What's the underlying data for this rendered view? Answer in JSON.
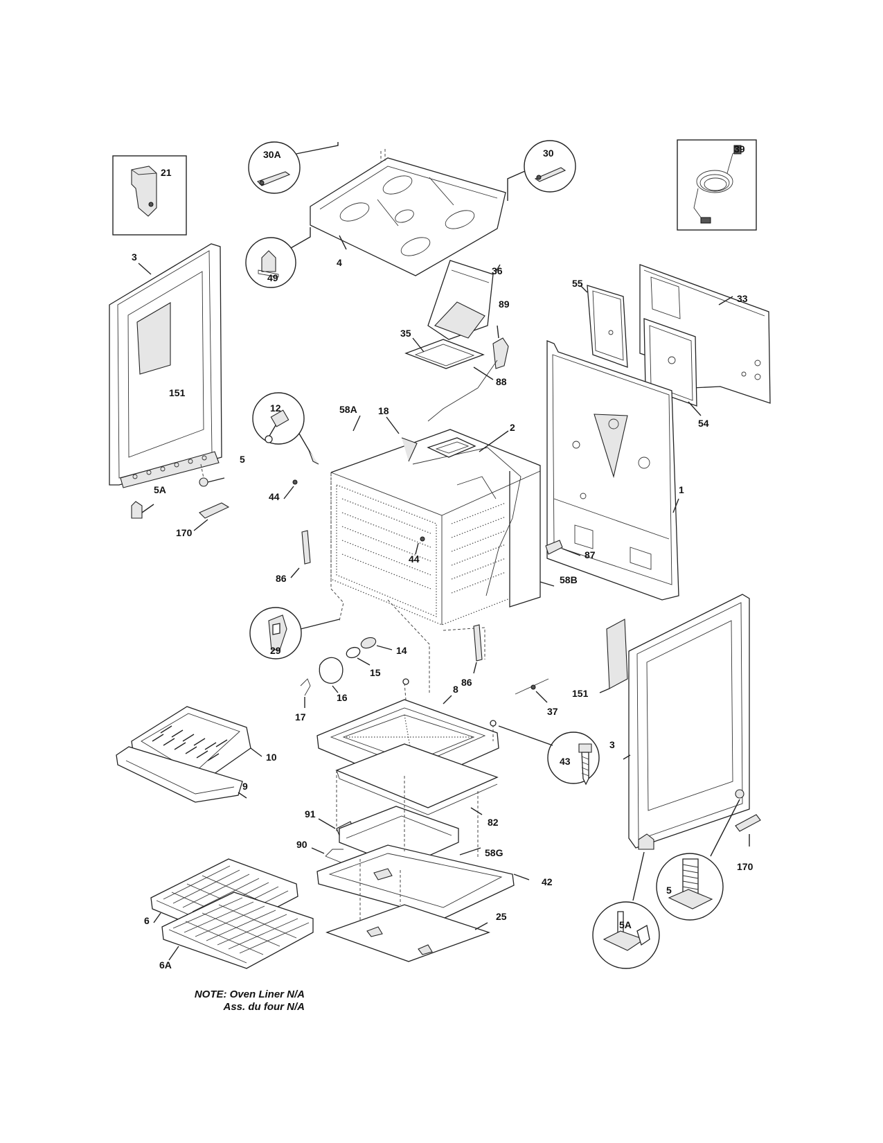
{
  "labels": [
    {
      "id": "l21",
      "text": "21"
    },
    {
      "id": "l30A",
      "text": "30A"
    },
    {
      "id": "l30",
      "text": "30"
    },
    {
      "id": "l39",
      "text": "39"
    },
    {
      "id": "l3a",
      "text": "3"
    },
    {
      "id": "l49",
      "text": "49"
    },
    {
      "id": "l4",
      "text": "4"
    },
    {
      "id": "l36",
      "text": "36"
    },
    {
      "id": "l55",
      "text": "55"
    },
    {
      "id": "l33",
      "text": "33"
    },
    {
      "id": "l35",
      "text": "35"
    },
    {
      "id": "l89",
      "text": "89"
    },
    {
      "id": "l88",
      "text": "88"
    },
    {
      "id": "l54",
      "text": "54"
    },
    {
      "id": "l151a",
      "text": "151"
    },
    {
      "id": "l12",
      "text": "12"
    },
    {
      "id": "l18",
      "text": "18"
    },
    {
      "id": "l58A",
      "text": "58A"
    },
    {
      "id": "l2",
      "text": "2"
    },
    {
      "id": "l5a",
      "text": "5"
    },
    {
      "id": "l5Aa",
      "text": "5A"
    },
    {
      "id": "l44a",
      "text": "44"
    },
    {
      "id": "l170a",
      "text": "170"
    },
    {
      "id": "l1",
      "text": "1"
    },
    {
      "id": "l87",
      "text": "87"
    },
    {
      "id": "l86a",
      "text": "86"
    },
    {
      "id": "l44b",
      "text": "44"
    },
    {
      "id": "l58B",
      "text": "58B"
    },
    {
      "id": "l29",
      "text": "29"
    },
    {
      "id": "l14",
      "text": "14"
    },
    {
      "id": "l15",
      "text": "15"
    },
    {
      "id": "l16",
      "text": "16"
    },
    {
      "id": "l86b",
      "text": "86"
    },
    {
      "id": "l151b",
      "text": "151"
    },
    {
      "id": "l37",
      "text": "37"
    },
    {
      "id": "l17",
      "text": "17"
    },
    {
      "id": "l8",
      "text": "8"
    },
    {
      "id": "l10",
      "text": "10"
    },
    {
      "id": "l3b",
      "text": "3"
    },
    {
      "id": "l43",
      "text": "43"
    },
    {
      "id": "l9",
      "text": "9"
    },
    {
      "id": "l82",
      "text": "82"
    },
    {
      "id": "l91",
      "text": "91"
    },
    {
      "id": "l90",
      "text": "90"
    },
    {
      "id": "l58G",
      "text": "58G"
    },
    {
      "id": "l42",
      "text": "42"
    },
    {
      "id": "l170b",
      "text": "170"
    },
    {
      "id": "l5b",
      "text": "5"
    },
    {
      "id": "l6",
      "text": "6"
    },
    {
      "id": "l25",
      "text": "25"
    },
    {
      "id": "l5Ab",
      "text": "5A"
    },
    {
      "id": "l6A",
      "text": "6A"
    }
  ],
  "note": {
    "line1": "NOTE: Oven Liner N/A",
    "line2": "Ass. du four N/A"
  }
}
